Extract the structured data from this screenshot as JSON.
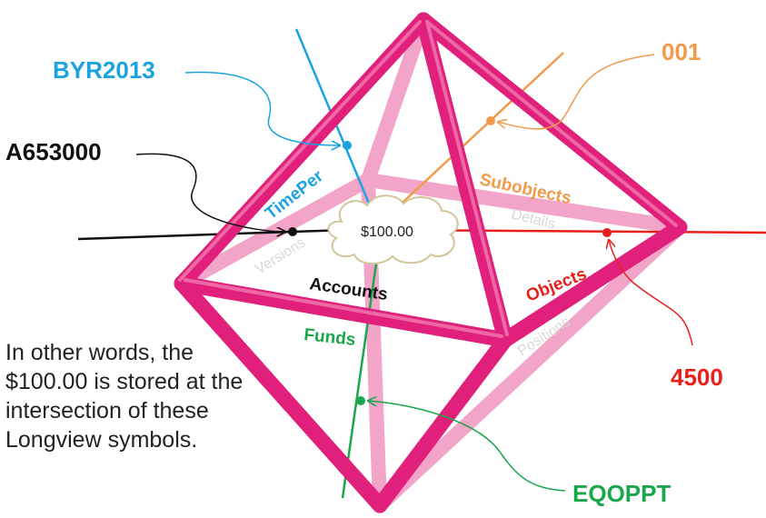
{
  "dimensions": [
    {
      "key": "timeper",
      "axis_label": "TimePer",
      "symbol": "BYR2013",
      "color": "#1aa3e0"
    },
    {
      "key": "accounts",
      "axis_label": "Accounts",
      "symbol": "A653000",
      "color": "#111111"
    },
    {
      "key": "subobjects",
      "axis_label": "Subobjects",
      "symbol": "001",
      "color": "#f29a4a"
    },
    {
      "key": "objects",
      "axis_label": "Objects",
      "symbol": "4500",
      "color": "#e8201c"
    },
    {
      "key": "funds",
      "axis_label": "Funds",
      "symbol": "EQOPPT",
      "color": "#1aa64a"
    }
  ],
  "faint_labels": {
    "versions": "Versions",
    "details": "Details",
    "positions": "Positions"
  },
  "center_value": "$100.00",
  "caption": "In other words, the $100.00 is stored at the intersection of these Longview symbols.",
  "colors": {
    "frame": "#e0207a",
    "frame_back": "#f29ac0"
  }
}
